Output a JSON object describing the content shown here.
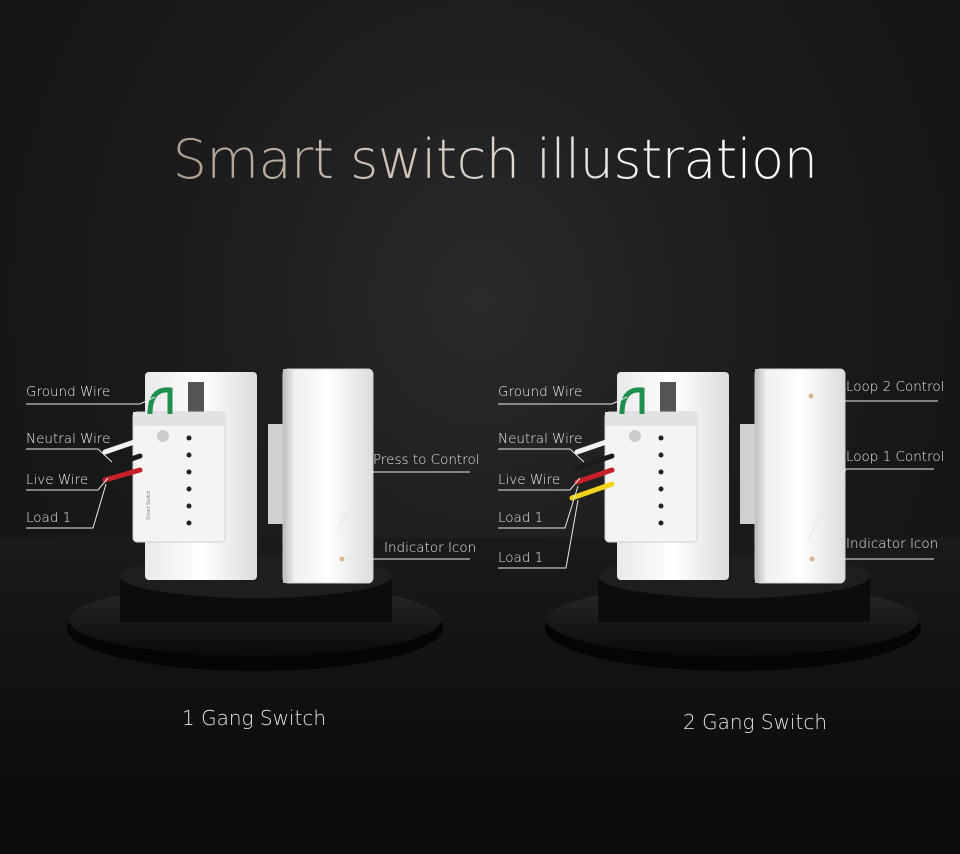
{
  "title": "Smart switch illustration",
  "one_gang": {
    "caption": "1 Gang Switch",
    "labels": {
      "ground": "Ground Wire",
      "neutral": "Neutral Wire",
      "live": "Live Wire",
      "load1": "Load 1",
      "press": "Press to Control",
      "indicator": "Indicator Icon"
    }
  },
  "two_gang": {
    "caption": "2 Gang Switch",
    "labels": {
      "ground": "Ground Wire",
      "neutral": "Neutral Wire",
      "live": "Live Wire",
      "load1_a": "Load 1",
      "load1_b": "Load 1",
      "loop2": "Loop 2 Control",
      "loop1": "Loop 1 Control",
      "indicator": "Indicator Icon"
    }
  },
  "colors": {
    "ground_wire": "#1f8f4e",
    "neutral_wire": "#f2f2f2",
    "live_wire": "#1a1a1a",
    "load_wire": "#c8202a",
    "load2_wire": "#f2d21b",
    "indicator": "#d8b890"
  }
}
